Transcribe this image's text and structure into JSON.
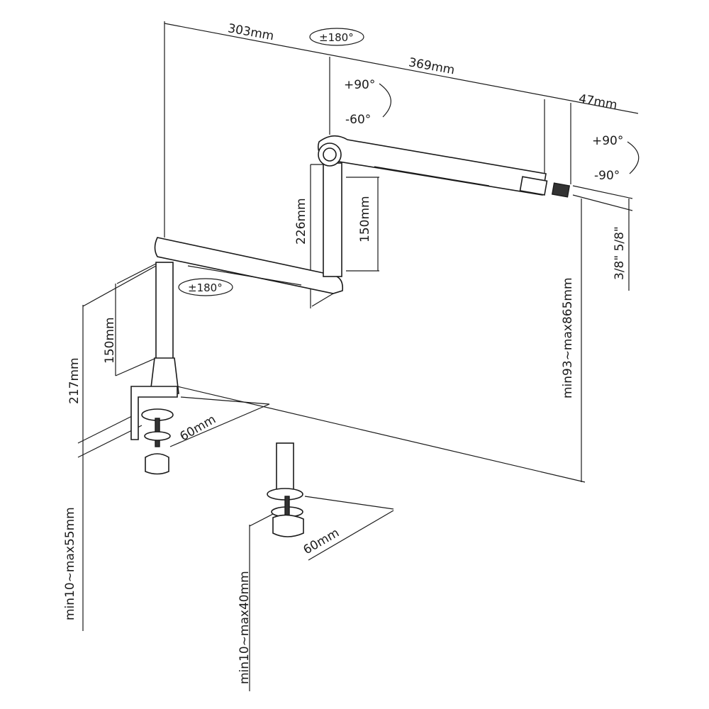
{
  "labels": {
    "arm1_length": "303mm",
    "arm2_length": "369mm",
    "head_length": "47mm",
    "top_rotation": "±180°",
    "tilt_up": "+90°",
    "tilt_down": "-60°",
    "head_up": "+90°",
    "head_down": "-90°",
    "riser_height": "226mm",
    "upper_pole": "150mm",
    "thread_size": "3/8\" 5/8\"",
    "lower_rotation": "±180°",
    "lower_pole": "150mm",
    "base_height": "217mm",
    "reach_range": "min93~max865mm",
    "clamp_width": "60mm",
    "clamp_range": "min10~max55mm",
    "grommet_width": "60mm",
    "grommet_range": "min10~max40mm"
  }
}
